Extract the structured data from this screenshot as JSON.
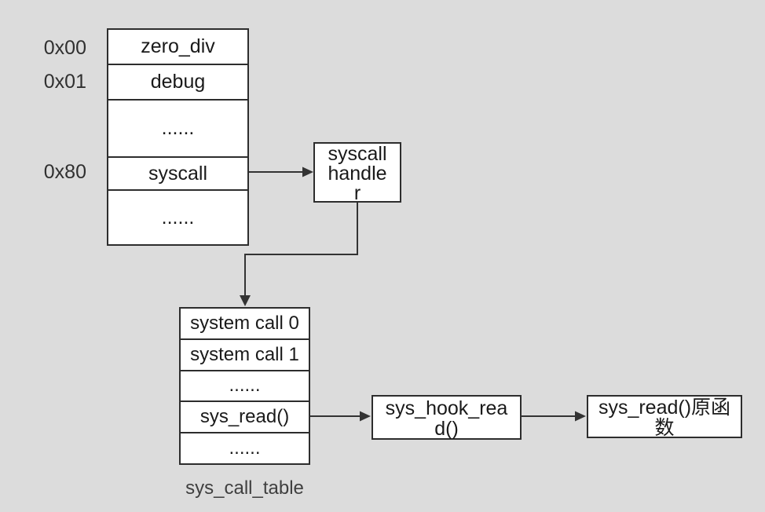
{
  "colors": {
    "background": "#dcdcdc",
    "box_fill": "#ffffff",
    "box_border": "#2d2d2d",
    "arrow": "#333333",
    "text": "#1a1a1a",
    "caption_text": "#3f3f3f"
  },
  "idt": {
    "address_labels": [
      "0x00",
      "0x01",
      "0x80"
    ],
    "rows": [
      "zero_div",
      "debug",
      "......",
      "syscall",
      "......"
    ]
  },
  "syscall_handler": {
    "label": "syscall handler"
  },
  "sys_call_table": {
    "rows": [
      "system call 0",
      "system call 1",
      "......",
      "sys_read()",
      "......"
    ],
    "caption": "sys_call_table"
  },
  "sys_hook_read": {
    "label": "sys_hook_read()"
  },
  "sys_read_original": {
    "label": "sys_read()原函数"
  }
}
